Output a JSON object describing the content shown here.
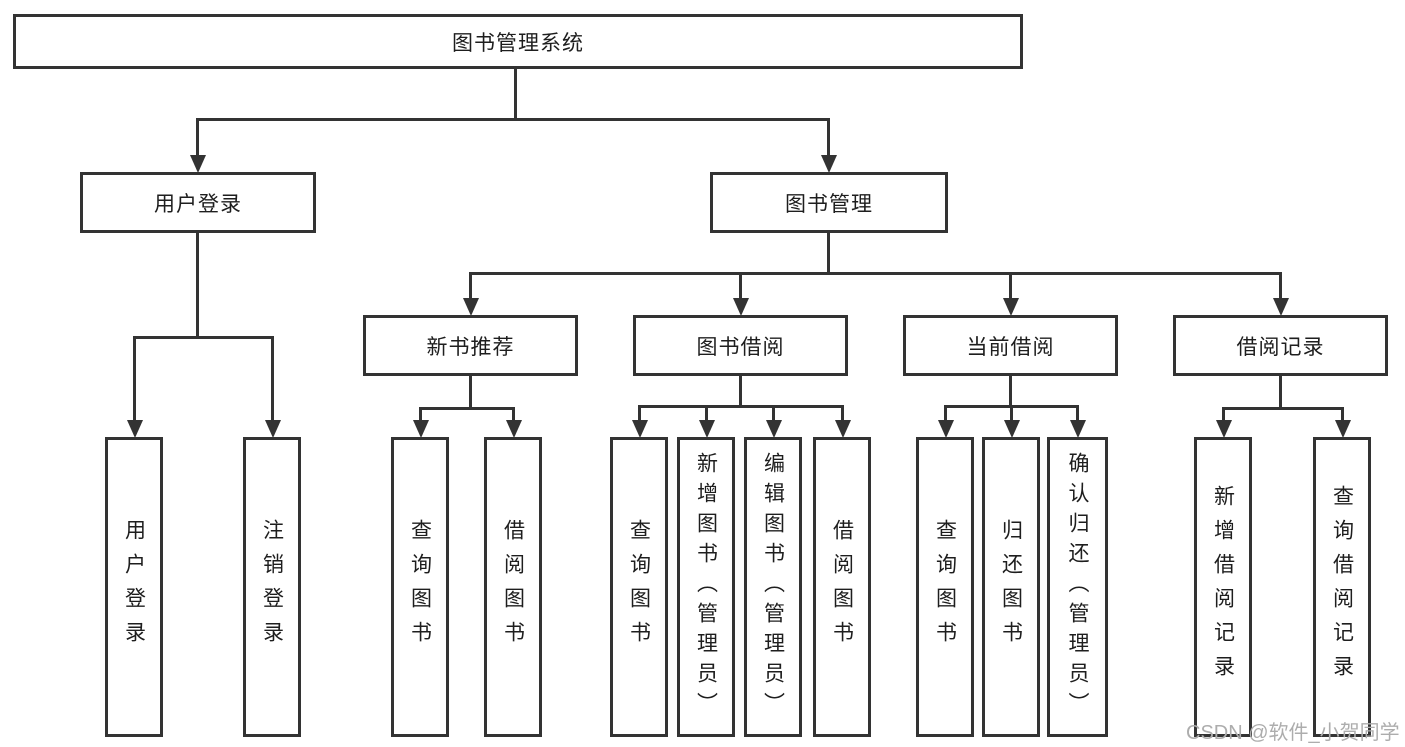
{
  "diagram": {
    "root": {
      "label": "图书管理系统"
    },
    "level2": [
      {
        "label": "用户登录"
      },
      {
        "label": "图书管理"
      }
    ],
    "level3": [
      {
        "label": "新书推荐"
      },
      {
        "label": "图书借阅"
      },
      {
        "label": "当前借阅"
      },
      {
        "label": "借阅记录"
      }
    ],
    "leaves": [
      {
        "label": "用户登录"
      },
      {
        "label": "注销登录"
      },
      {
        "label": "查询图书"
      },
      {
        "label": "借阅图书"
      },
      {
        "label": "查询图书"
      },
      {
        "label": "新增图书（管理员）"
      },
      {
        "label": "编辑图书（管理员）"
      },
      {
        "label": "借阅图书"
      },
      {
        "label": "查询图书"
      },
      {
        "label": "归还图书"
      },
      {
        "label": "确认归还（管理员）"
      },
      {
        "label": "新增借阅记录"
      },
      {
        "label": "查询借阅记录"
      }
    ],
    "watermark": "CSDN @软件_小贺同学",
    "colors": {
      "line": "#333333",
      "text": "#1e1e1e",
      "watermark": "#adadad",
      "background": "#ffffff"
    }
  }
}
